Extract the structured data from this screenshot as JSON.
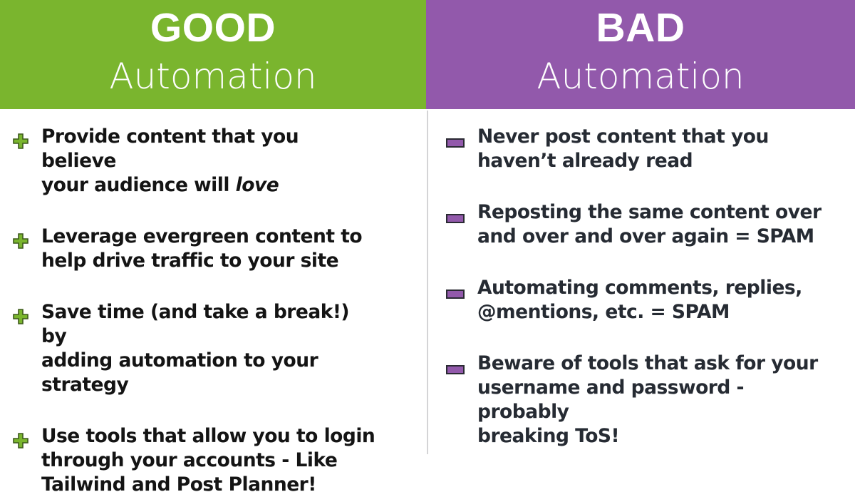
{
  "colors": {
    "good_header_bg": "#7ab52e",
    "bad_header_bg": "#9259ab",
    "good_marker_fill": "#7ab52e",
    "good_marker_stroke": "#3d5a1c",
    "bad_marker_fill": "#9259ab",
    "bad_marker_stroke": "#2a2a33",
    "good_text": "#141414",
    "bad_text": "#262b33",
    "divider": "#d4d4d6",
    "page_bg": "#ffffff"
  },
  "columns": {
    "good": {
      "header": {
        "title": "GOOD",
        "subtitle": "Automation"
      },
      "marker_icon": "plus-icon",
      "items": [
        {
          "lines": [
            {
              "text": "Provide content that you believe",
              "italic": false
            },
            {
              "text": "your audience will ",
              "italic": false
            },
            {
              "text": "love",
              "italic": true
            }
          ],
          "plain": "Provide content that you believe your audience will love"
        },
        {
          "lines": [
            {
              "text": "Leverage evergreen content to",
              "italic": false
            },
            {
              "text": "help drive traffic to your site",
              "italic": false
            }
          ],
          "plain": "Leverage evergreen content to help drive traffic to your site"
        },
        {
          "lines": [
            {
              "text": "Save time (and take a break!) by",
              "italic": false
            },
            {
              "text": "adding automation to your strategy",
              "italic": false
            }
          ],
          "plain": "Save time (and take a break!) by adding automation to your strategy"
        },
        {
          "lines": [
            {
              "text": "Use tools that allow you to login",
              "italic": false
            },
            {
              "text": "through your accounts - Like",
              "italic": false
            },
            {
              "text": "Tailwind and Post Planner!",
              "italic": false
            }
          ],
          "plain": "Use tools that allow you to login through your accounts - Like Tailwind and Post Planner!"
        }
      ]
    },
    "bad": {
      "header": {
        "title": "BAD",
        "subtitle": "Automation"
      },
      "marker_icon": "minus-icon",
      "items": [
        {
          "lines": [
            {
              "text": "Never post content that you",
              "italic": false
            },
            {
              "text": "haven’t already read",
              "italic": false
            }
          ],
          "plain": "Never post content that you haven’t already read"
        },
        {
          "lines": [
            {
              "text": "Reposting the same content over",
              "italic": false
            },
            {
              "text": "and over and over again = SPAM",
              "italic": false
            }
          ],
          "plain": "Reposting the same content over and over and over again = SPAM"
        },
        {
          "lines": [
            {
              "text": "Automating comments, replies,",
              "italic": false
            },
            {
              "text": "@mentions, etc. = SPAM",
              "italic": false
            }
          ],
          "plain": "Automating comments, replies, @mentions, etc. = SPAM"
        },
        {
          "lines": [
            {
              "text": "Beware of tools that ask for your",
              "italic": false
            },
            {
              "text": "username and password - probably",
              "italic": false
            },
            {
              "text": "breaking ToS!",
              "italic": false
            }
          ],
          "plain": "Beware of tools that ask for your username and password - probably breaking ToS!"
        }
      ]
    }
  }
}
